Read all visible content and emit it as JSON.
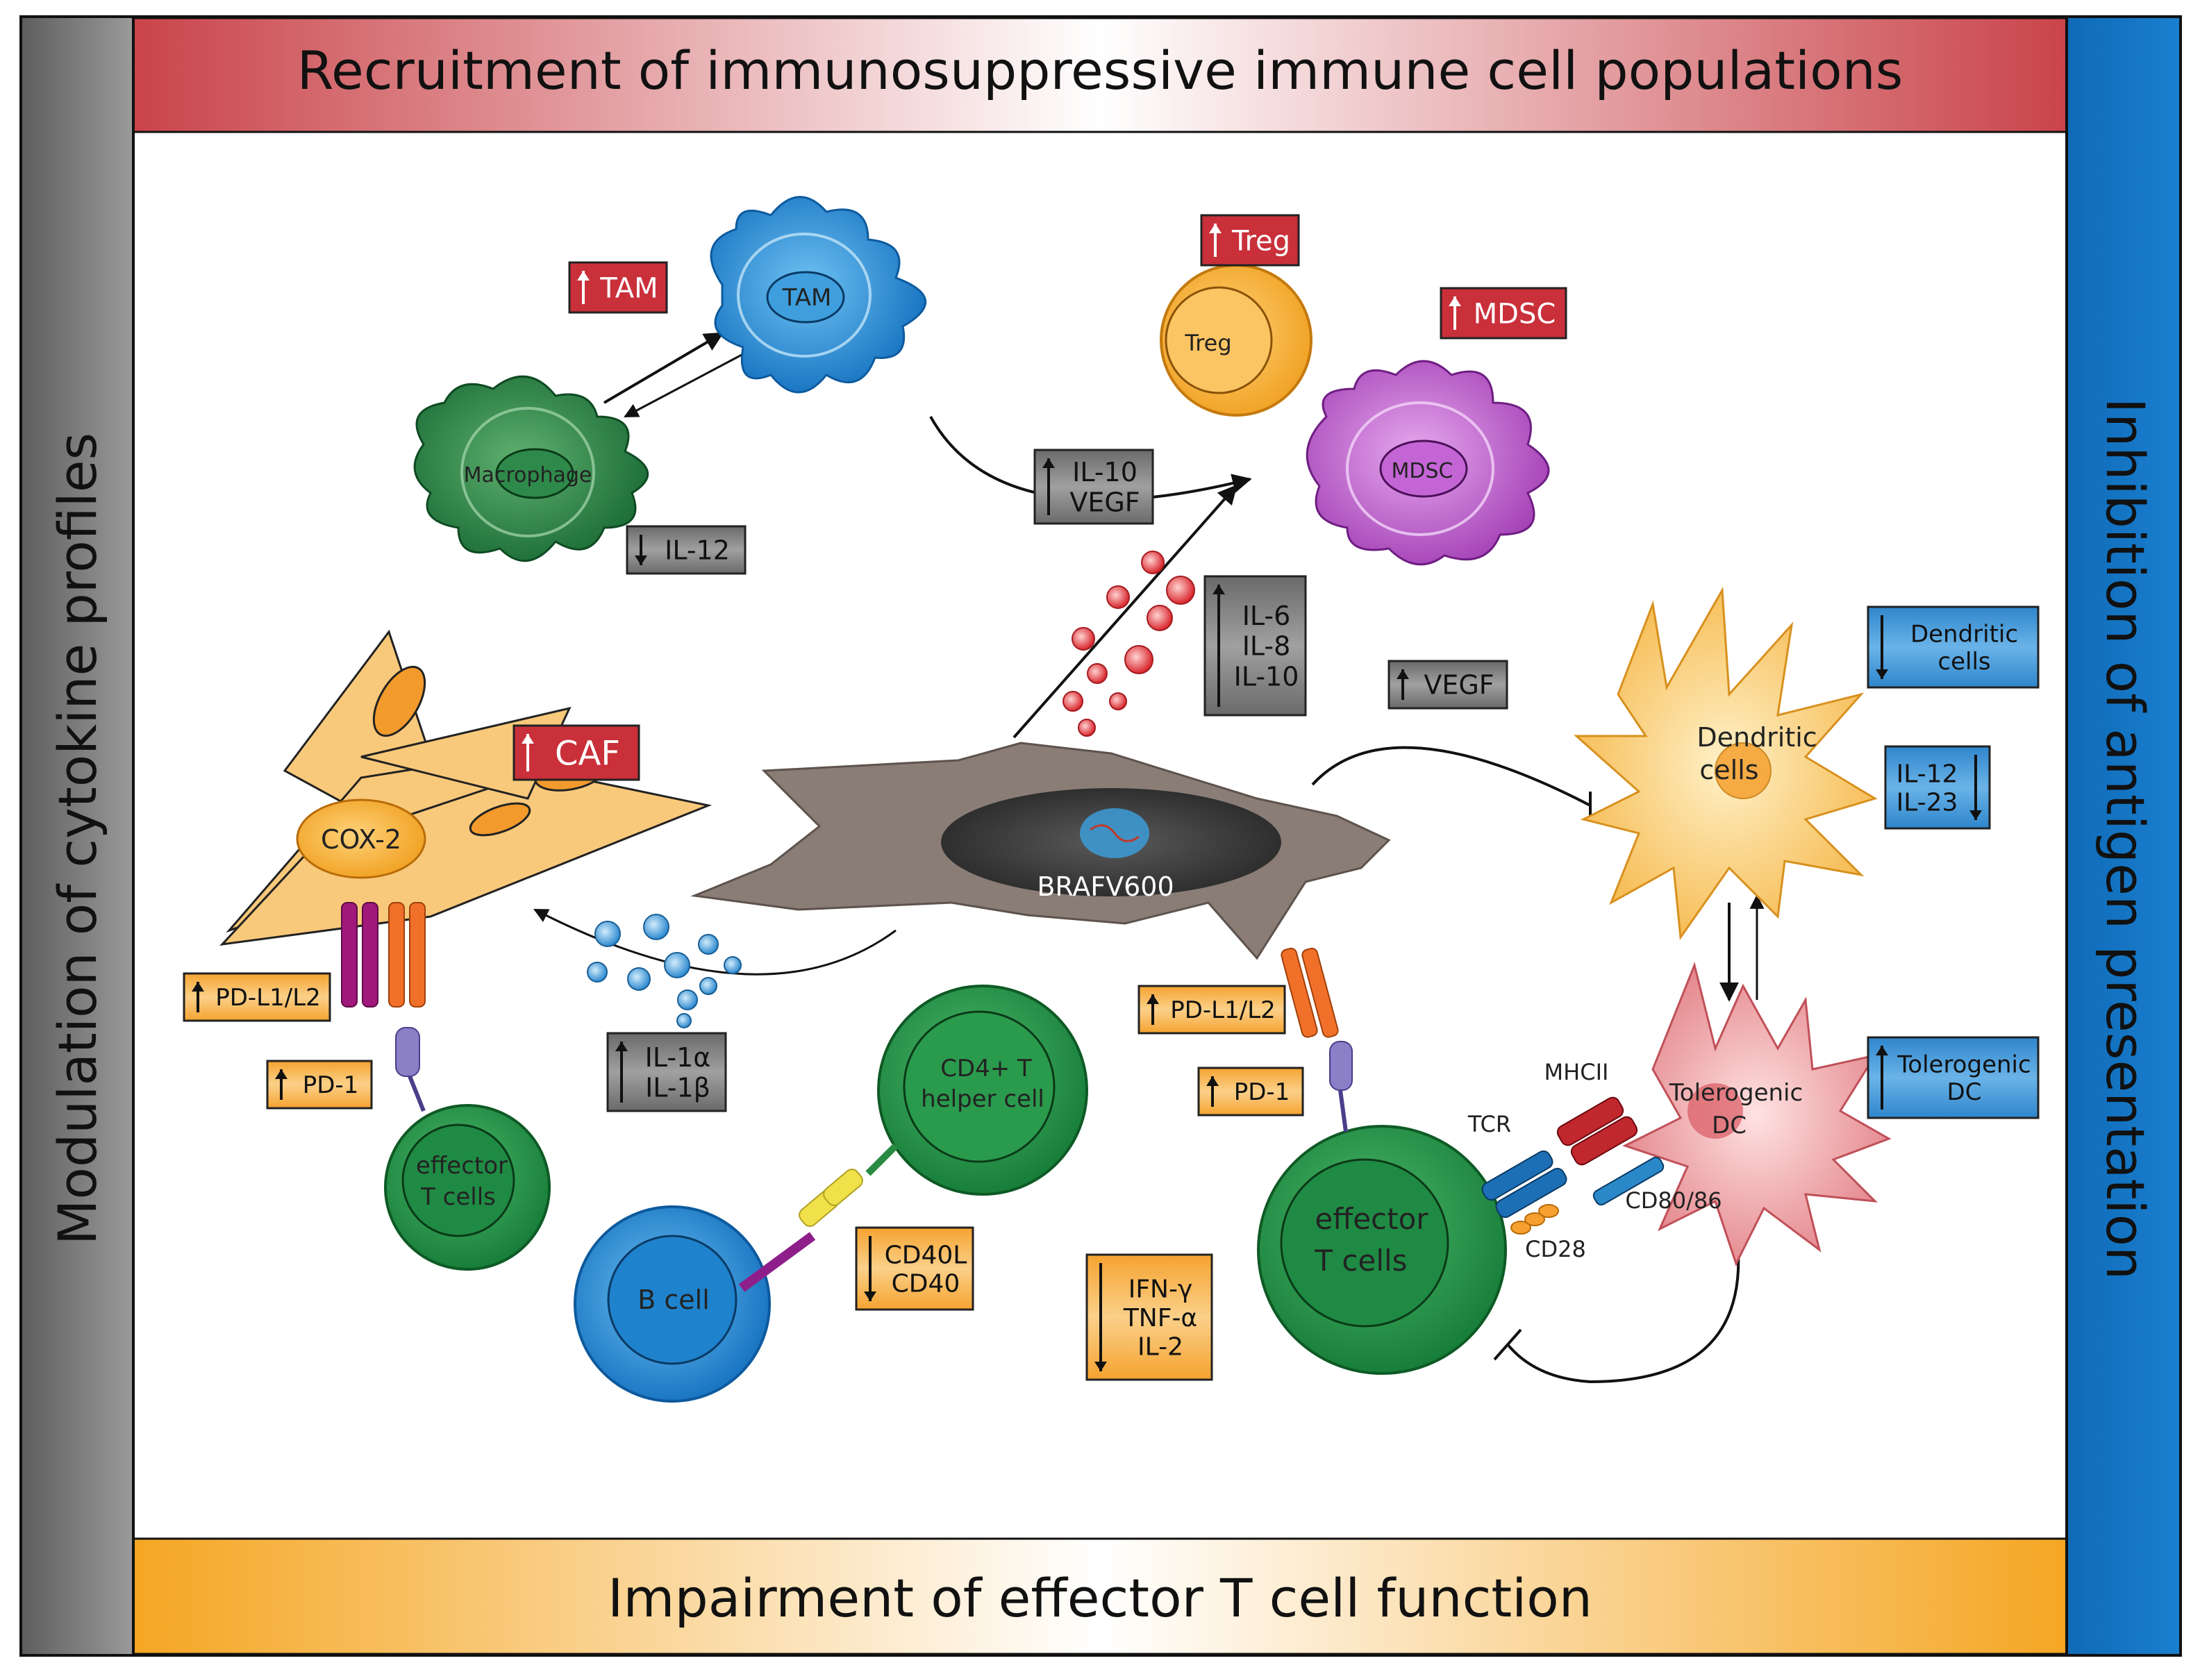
{
  "banners": {
    "top": "Recruitment of immunosuppressive immune cell populations",
    "bottom": "Impairment of effector T cell function",
    "left": "Modulation of cytokine profiles",
    "right": "Inhibition of antigen presentation"
  },
  "cells": {
    "tam": "TAM",
    "macrophage": "Macrophage",
    "treg": "Treg",
    "mdsc": "MDSC",
    "dendritic_line1": "Dendritic",
    "dendritic_line2": "cells",
    "tolerogenic_line1": "Tolerogenic",
    "tolerogenic_line2": "DC",
    "cox2": "COX-2",
    "tumor": "BRAFV600",
    "effector_left_line1": "effector",
    "effector_left_line2": "T cells",
    "effector_right_line1": "effector",
    "effector_right_line2": "T cells",
    "cd4_line1": "CD4+ T",
    "cd4_line2": "helper cell",
    "bcell": "B cell"
  },
  "receptor_labels": {
    "mhcii": "MHCII",
    "tcr": "TCR",
    "cd80_86": "CD80/86",
    "cd28": "CD28"
  },
  "indicators": {
    "tam_up": {
      "arrow": "up",
      "lines": [
        "TAM"
      ]
    },
    "treg_up": {
      "arrow": "up",
      "lines": [
        "Treg"
      ]
    },
    "mdsc_up": {
      "arrow": "up",
      "lines": [
        "MDSC"
      ]
    },
    "caf_up": {
      "arrow": "up",
      "lines": [
        "CAF"
      ]
    },
    "il12_down": {
      "arrow": "down",
      "lines": [
        "IL-12"
      ]
    },
    "il10_vegf_up": {
      "arrow": "up",
      "lines": [
        "IL-10",
        "VEGF"
      ]
    },
    "il6_8_10_up": {
      "arrow": "up",
      "lines": [
        "IL-6",
        "IL-8",
        "IL-10"
      ]
    },
    "vegf_up": {
      "arrow": "up",
      "lines": [
        "VEGF"
      ]
    },
    "il1_up": {
      "arrow": "up",
      "lines": [
        "IL-1α",
        "IL-1β"
      ]
    },
    "dendritic_down": {
      "arrow": "down",
      "lines": [
        "Dendritic",
        "cells"
      ]
    },
    "il12_23_down": {
      "arrow": "down",
      "lines": [
        "IL-12",
        "IL-23"
      ]
    },
    "tolerogenic_up": {
      "arrow": "up",
      "lines": [
        "Tolerogenic",
        "DC"
      ]
    },
    "pdl1_left_up": {
      "arrow": "up",
      "lines": [
        "PD-L1/L2"
      ]
    },
    "pd1_left_up": {
      "arrow": "up",
      "lines": [
        "PD-1"
      ]
    },
    "pdl1_right_up": {
      "arrow": "up",
      "lines": [
        "PD-L1/L2"
      ]
    },
    "pd1_right_up": {
      "arrow": "up",
      "lines": [
        "PD-1"
      ]
    },
    "cd40_down": {
      "arrow": "down",
      "lines": [
        "CD40L",
        "CD40"
      ]
    },
    "ifn_down": {
      "arrow": "down",
      "lines": [
        "IFN-γ",
        "TNF-α",
        "IL-2"
      ]
    }
  },
  "colors": {
    "red_banner": "#c9444a",
    "orange_banner": "#f5a623",
    "grey_banner": "#7c7c7c",
    "blue_banner": "#1273c0",
    "red_box": "#c9303a",
    "grey_box": "#7d7d7d",
    "orange_box": "#f7b24a",
    "blue_box": "#3a8fd1"
  }
}
